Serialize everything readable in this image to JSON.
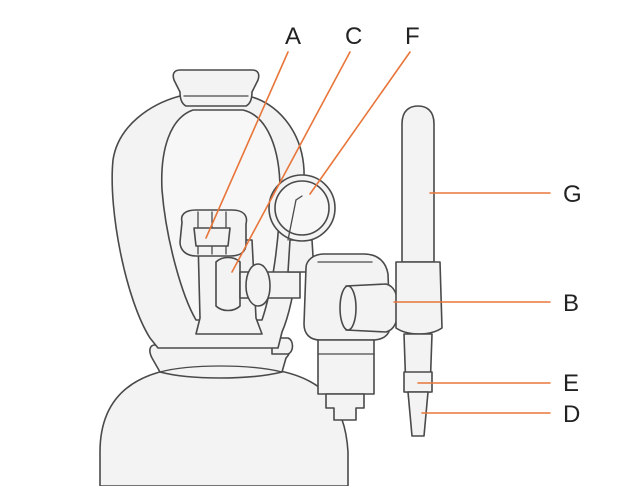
{
  "diagram": {
    "leader_color": "#e8763a",
    "labels": {
      "a": "A",
      "b": "B",
      "c": "C",
      "d": "D",
      "e": "E",
      "f": "F",
      "g": "G"
    }
  }
}
